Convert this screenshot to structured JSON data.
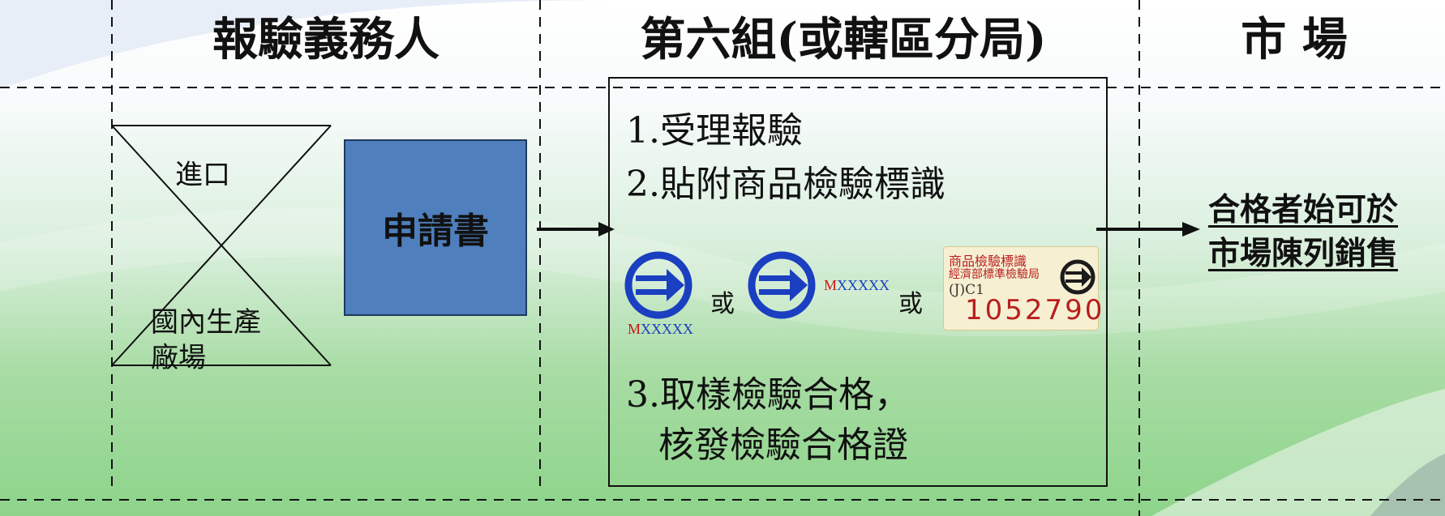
{
  "columns": {
    "applicant": "報驗義務人",
    "bureau": "第六組(或轄區分局)",
    "market": "市 場"
  },
  "source_box": {
    "top_label": "進口",
    "bottom_label": "國內生產\n廠場"
  },
  "application_form": "申請書",
  "process_steps": {
    "step1": "1.受理報驗",
    "step2": "2.貼附商品檢驗標識",
    "step3_line1": "3.取樣檢驗合格，",
    "step3_line2": "核發檢驗合格證"
  },
  "marks": {
    "code_prefix": "M",
    "code_suffix": "XXXXX",
    "or_text": "或",
    "stamp": {
      "line1": "商品檢驗標識",
      "line2": "經濟部標準檢驗局",
      "line3": "(J)C1",
      "number": "1052790"
    }
  },
  "market_result": {
    "line1": "合格者始可於",
    "line2": "市場陳列銷售"
  },
  "colors": {
    "form_box": "#4f7fbd",
    "mark_blue": "#1a3fc0",
    "mark_code_red": "#d01414",
    "stamp_red": "#b81e1e"
  }
}
